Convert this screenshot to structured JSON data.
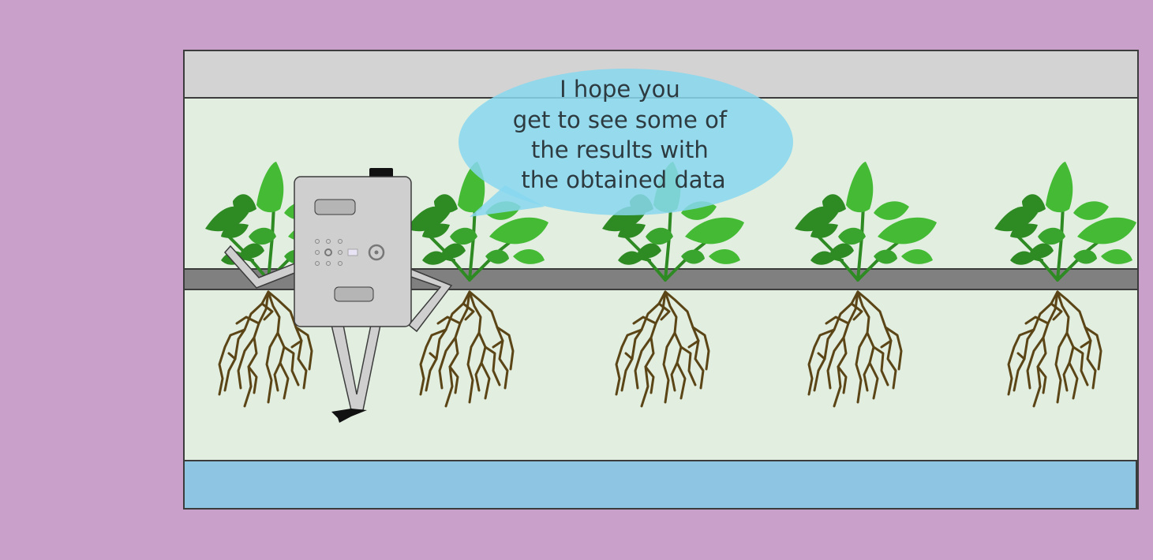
{
  "speech_bubble": {
    "lines": [
      "I hope you",
      "get to see some of",
      "the results with",
      "the obtained data"
    ]
  },
  "plants": [
    {
      "id": "plant-1"
    },
    {
      "id": "plant-2"
    },
    {
      "id": "plant-3"
    },
    {
      "id": "plant-4"
    },
    {
      "id": "plant-5"
    }
  ],
  "colors": {
    "background": "#c8a0c9",
    "panel": "#e1eee0",
    "top_bar": "#d3d3d3",
    "rail": "#808080",
    "water": "#8ec5e3",
    "bubble": "#87d7ee",
    "leaf_dark": "#2e8a22",
    "leaf_light": "#45bb35",
    "root": "#5b4516",
    "robot": "#cfcfcf"
  }
}
